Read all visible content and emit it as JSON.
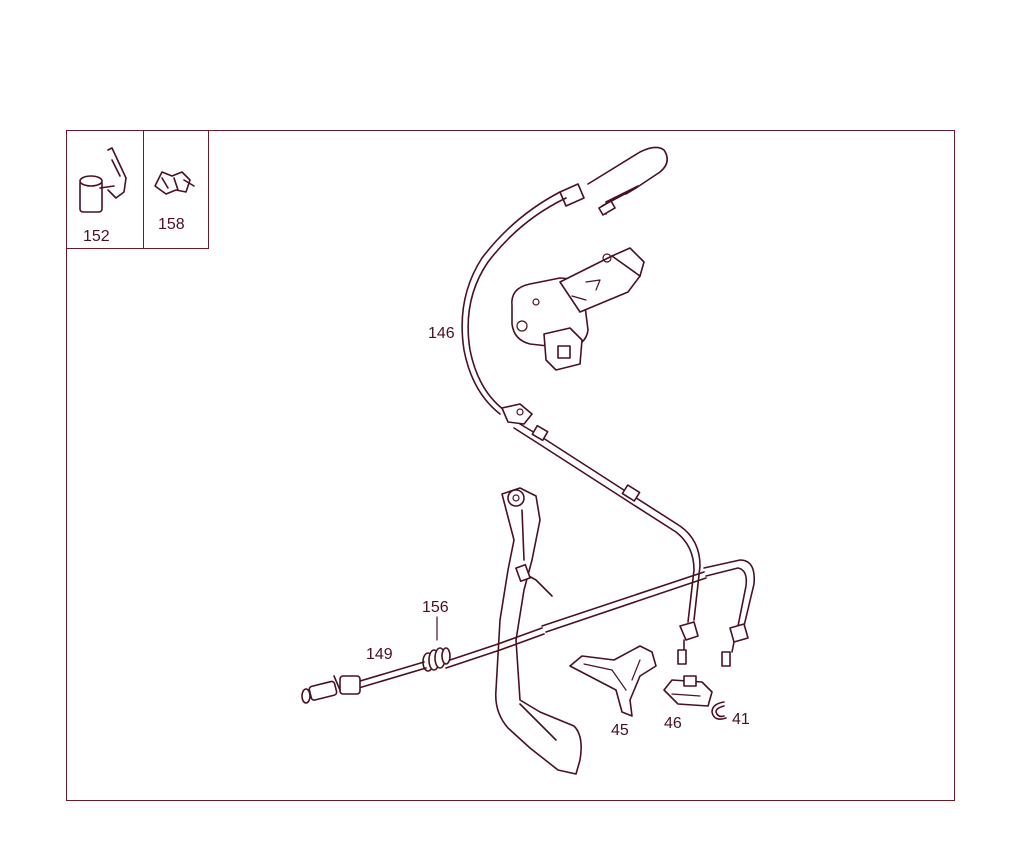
{
  "diagram": {
    "part_labels": {
      "p152": "152",
      "p158": "158",
      "p146": "146",
      "p156": "156",
      "p149": "149",
      "p45": "45",
      "p46": "46",
      "p41": "41"
    },
    "line_color": "#4a1020",
    "frame_color": "#6b1a2a"
  }
}
